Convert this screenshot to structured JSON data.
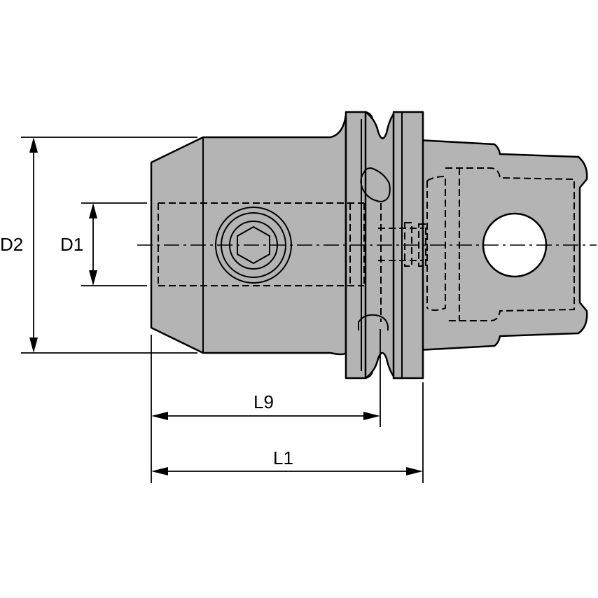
{
  "dimensions": {
    "d2": "D2",
    "d1": "D1",
    "l9": "L9",
    "l1": "L1"
  },
  "colors": {
    "body": "#b4b4b4",
    "line": "#000000",
    "background": "#ffffff",
    "bore": "#ffffff"
  }
}
